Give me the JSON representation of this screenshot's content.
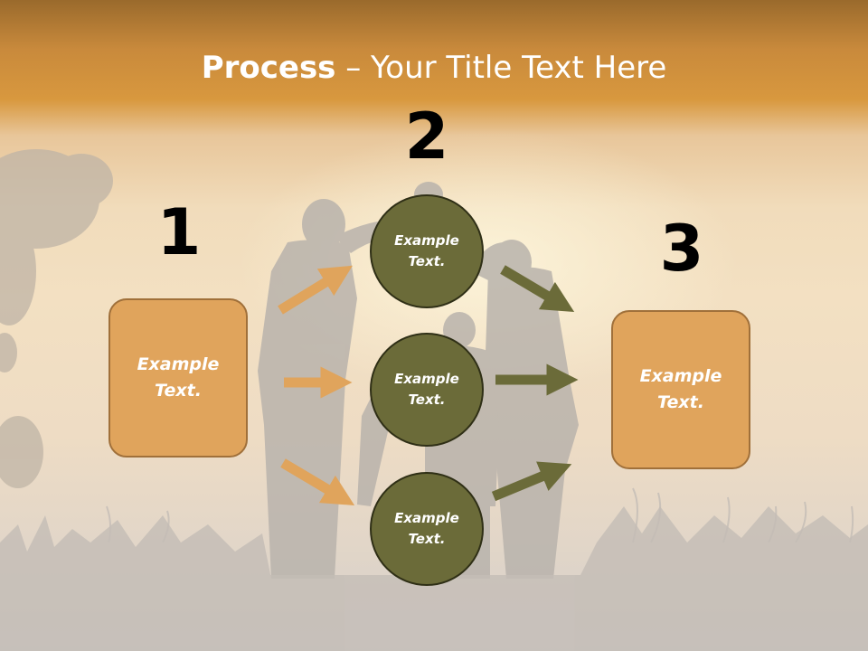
{
  "slide": {
    "title_bold": "Process",
    "title_rest": " – Your Title Text Here",
    "numbers": [
      "1",
      "2",
      "3"
    ],
    "left_box": "Example Text.",
    "right_box": "Example Text.",
    "circles": [
      "Example Text.",
      "Example Text.",
      "Example Text."
    ]
  },
  "colors": {
    "box_fill": "#e0a45c",
    "box_border": "#a0703a",
    "circle_fill": "#6b6b39",
    "circle_border": "#2f2f16",
    "arrow_orange": "#e0a45c",
    "arrow_olive": "#6b6b39",
    "title_text": "#ffffff"
  }
}
